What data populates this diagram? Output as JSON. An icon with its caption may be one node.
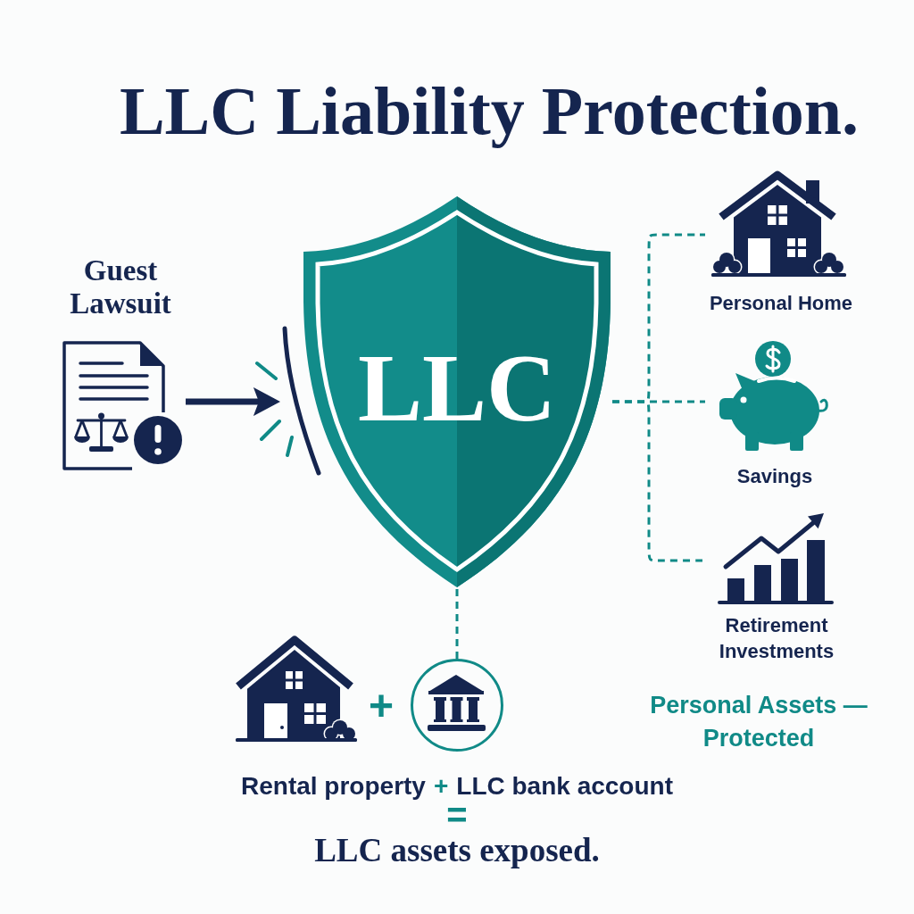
{
  "diagram": {
    "title": "LLC Liability Protection.",
    "nodes": [
      {
        "text": [
          "Guest Lawsuit"
        ]
      },
      {
        "text": [
          "LLC"
        ]
      },
      {
        "text": [
          "Personal Home"
        ]
      },
      {
        "text": [
          "Savings"
        ]
      },
      {
        "text": [
          "Retirement Investments"
        ]
      },
      {
        "text": [],
        "shape": "circle"
      }
    ],
    "edges": [
      {
        "from": 0,
        "to": 1,
        "arrow": "to",
        "style": "thick",
        "color": "#15254f"
      },
      {
        "from": 1,
        "to": 2,
        "arrow": "none",
        "style": "dashed"
      },
      {
        "from": 1,
        "to": 3,
        "arrow": "none",
        "style": "dashed"
      },
      {
        "from": 1,
        "to": 4,
        "arrow": "none",
        "style": "dashed"
      },
      {
        "from": 1,
        "to": 5,
        "arrow": "none",
        "style": "dashed"
      }
    ],
    "labels": [
      "+",
      "Personal Assets — Protected",
      "Rental property",
      "+",
      "LLC bank account",
      "=",
      "LLC assets exposed."
    ]
  }
}
